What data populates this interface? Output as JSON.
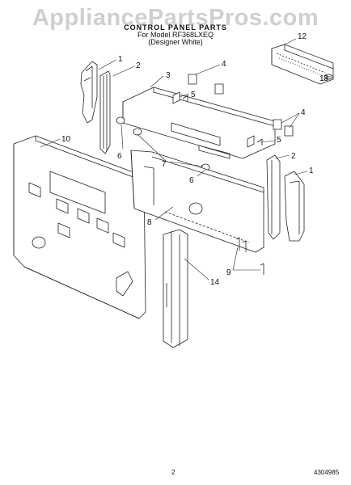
{
  "header": {
    "watermark": "AppliancePartsPros.com",
    "title": "CONTROL PANEL PARTS",
    "model_line": "For Model RF368LXEQ",
    "color_line": "(Designer White)"
  },
  "footer": {
    "page_number": "2",
    "doc_number": "4304985"
  },
  "callouts": [
    {
      "id": "c1a",
      "label": "1"
    },
    {
      "id": "c2a",
      "label": "2"
    },
    {
      "id": "c3",
      "label": "3"
    },
    {
      "id": "c4a",
      "label": "4"
    },
    {
      "id": "c5a",
      "label": "5"
    },
    {
      "id": "c6a",
      "label": "6"
    },
    {
      "id": "c7",
      "label": "7"
    },
    {
      "id": "c10",
      "label": "10"
    },
    {
      "id": "c12",
      "label": "12"
    },
    {
      "id": "c13",
      "label": "13"
    },
    {
      "id": "c4b",
      "label": "4"
    },
    {
      "id": "c5b",
      "label": "5"
    },
    {
      "id": "c2b",
      "label": "2"
    },
    {
      "id": "c1b",
      "label": "1"
    },
    {
      "id": "c6b",
      "label": "6"
    },
    {
      "id": "c8",
      "label": "8"
    },
    {
      "id": "c9",
      "label": "9"
    },
    {
      "id": "c14",
      "label": "14"
    }
  ]
}
